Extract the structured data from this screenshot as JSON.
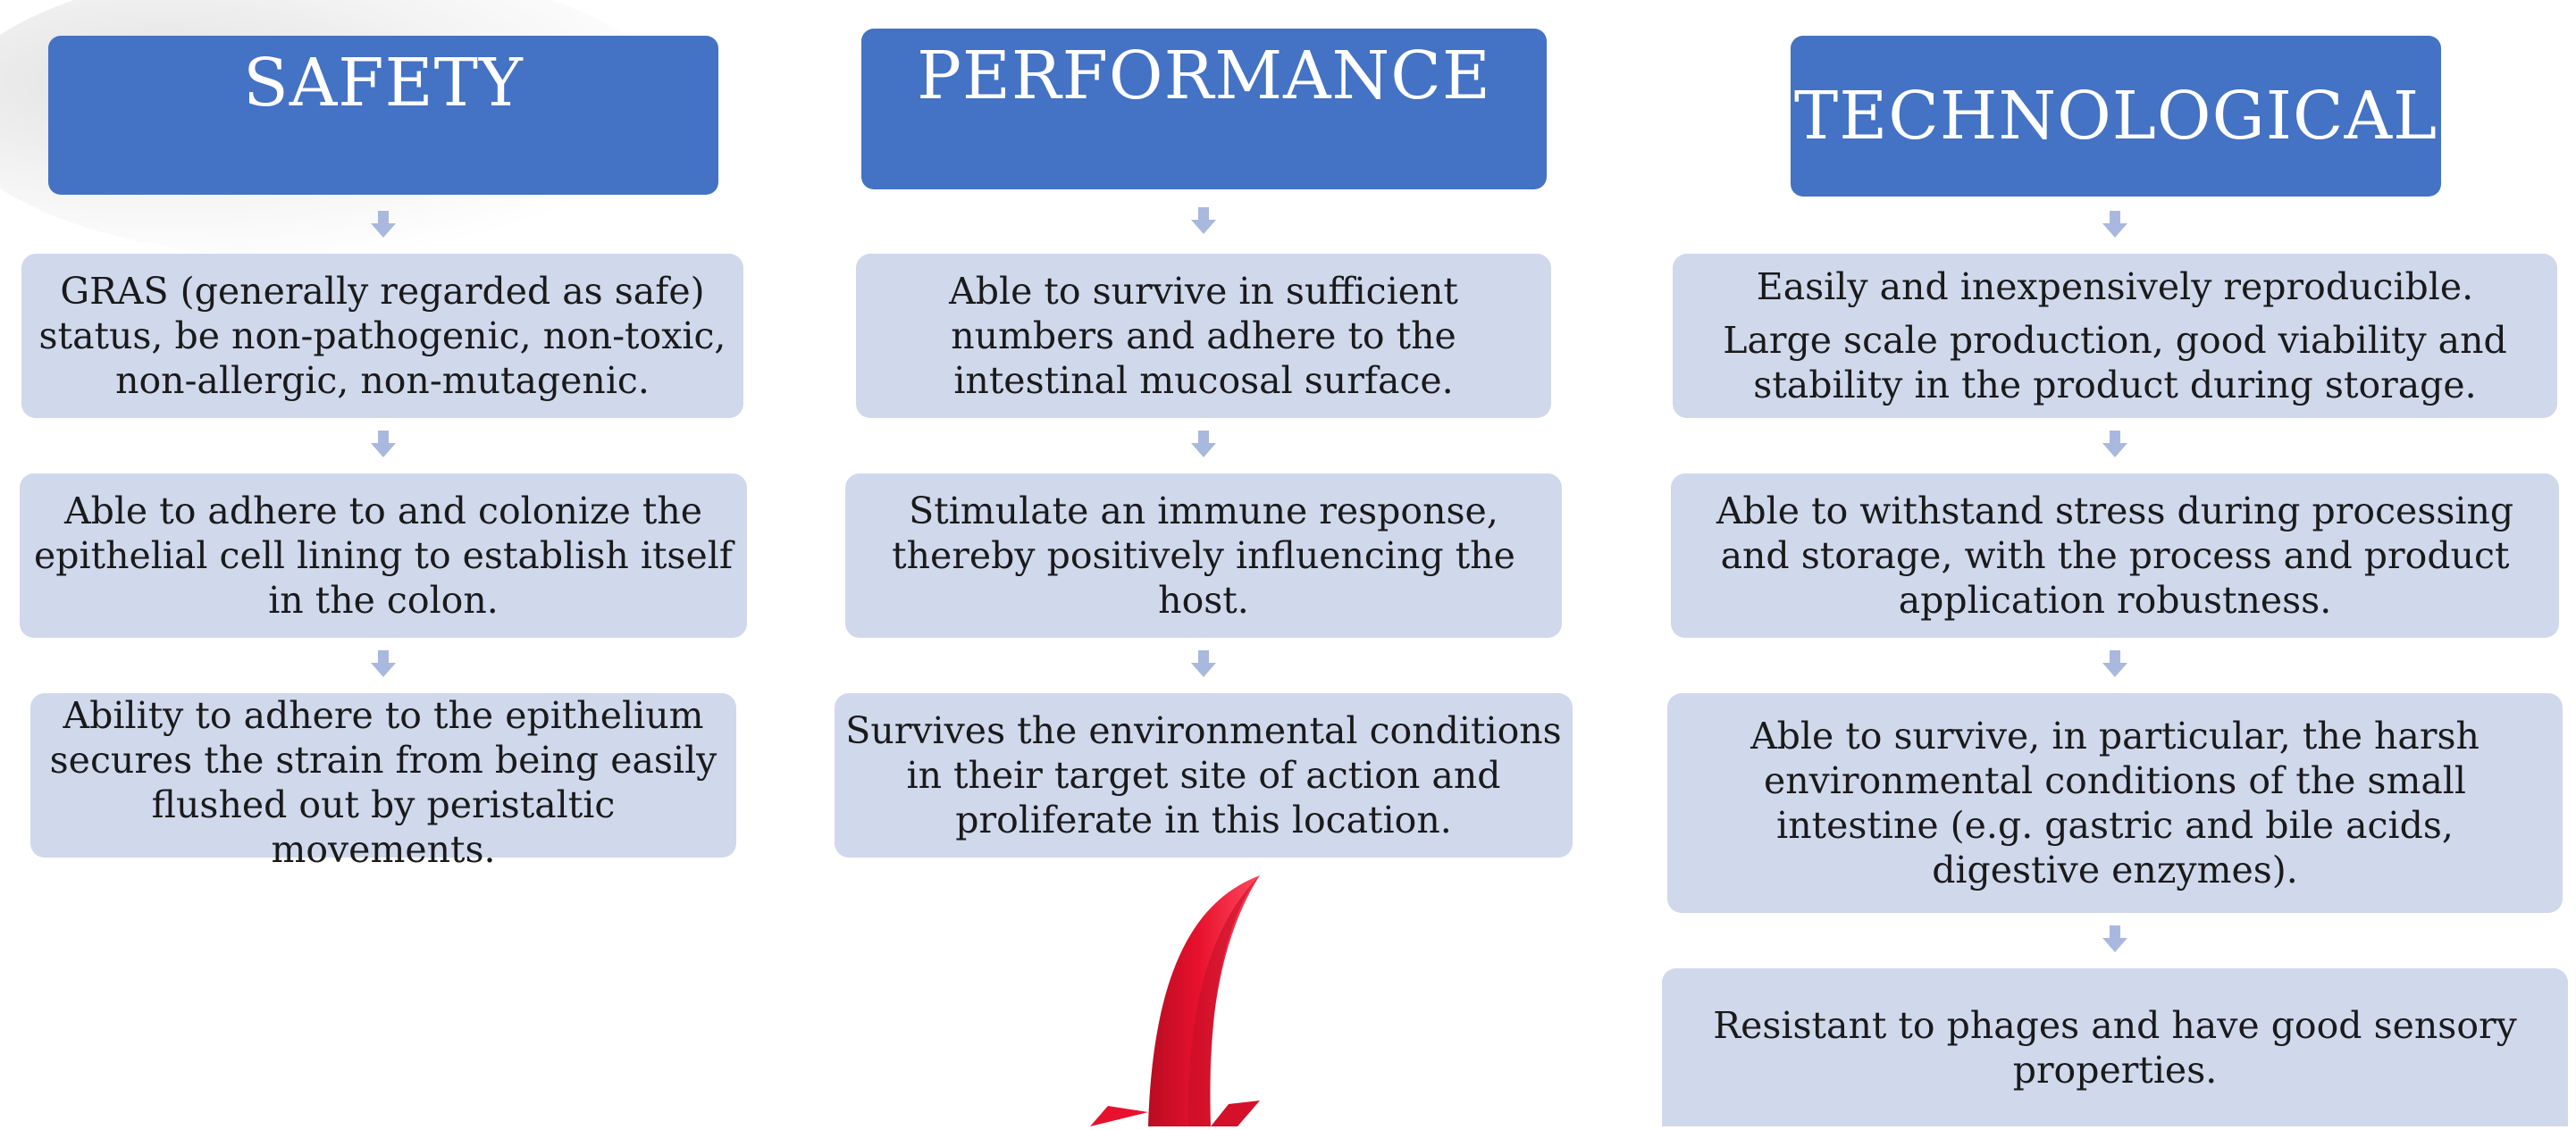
{
  "colors": {
    "header_fill": "#4472c4",
    "box_fill": "#d0d8ec",
    "connector": "#a9b8de",
    "accent_arrow": "#e8112d"
  },
  "columns": [
    {
      "header": "SAFETY",
      "boxes": [
        {
          "lines": [
            "GRAS (generally regarded as safe)",
            "status, be non-pathogenic, non-toxic,",
            "non-allergic, non-mutagenic."
          ]
        },
        {
          "lines": [
            "Able to adhere to and colonize the",
            "epithelial cell lining to establish itself",
            "in the colon."
          ]
        },
        {
          "lines": [
            "Ability to adhere to the epithelium",
            "secures the strain from being easily",
            "flushed out by peristaltic",
            "movements."
          ]
        }
      ]
    },
    {
      "header": "PERFORMANCE",
      "boxes": [
        {
          "lines": [
            "Able to survive in sufficient",
            "numbers and adhere to the",
            "intestinal mucosal surface."
          ]
        },
        {
          "lines": [
            "Stimulate an immune response,",
            "thereby positively influencing the",
            "host."
          ]
        },
        {
          "lines": [
            "Survives the environmental conditions",
            "in their target site of action and",
            "proliferate in this location."
          ]
        }
      ]
    },
    {
      "header": "TECHNOLOGICAL",
      "boxes": [
        {
          "lines": [
            "Easily and inexpensively reproducible.",
            "Large scale production, good viability and",
            "stability in the product during storage."
          ]
        },
        {
          "lines": [
            "Able to withstand stress during processing",
            "and storage, with the process and product",
            "application robustness."
          ]
        },
        {
          "lines": [
            "Able to survive, in particular, the harsh",
            "environmental conditions of the small",
            "intestine (e.g. gastric and bile acids,",
            "digestive enzymes)."
          ]
        },
        {
          "lines": [
            "Resistant to phages and have good sensory",
            "properties."
          ]
        }
      ]
    }
  ]
}
